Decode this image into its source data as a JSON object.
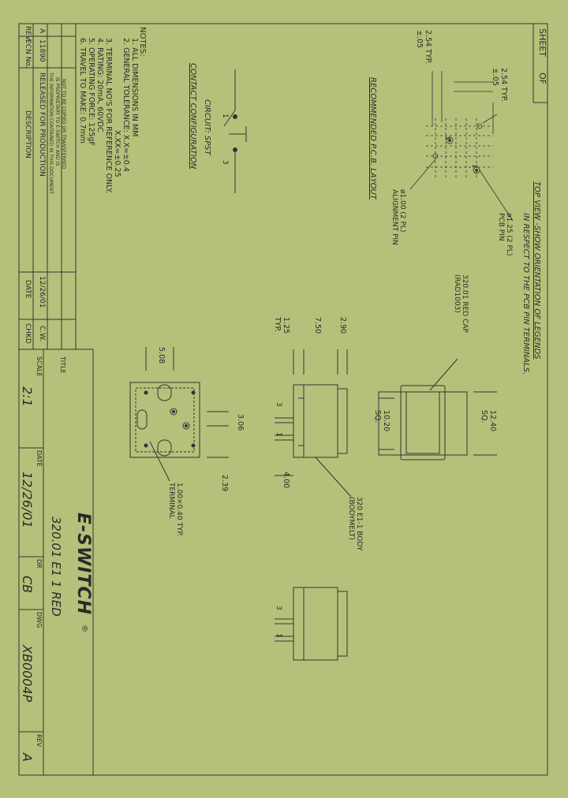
{
  "sheet_label": "SHEET",
  "sheet_of": "OF",
  "notes": {
    "heading": "NOTES:",
    "lines": [
      "1. ALL DIMENSIONS IN MM",
      "2. GENERAL TOLERANCE: X.X=±0.4",
      "X.XX=±0.25",
      "3. TERMINAL NO'S FOR REFERENCE ONLY.",
      "4. RATING: 20mA, 60VDC",
      "5. OPERATING FORCE: 125gF",
      "6. TRAVEL TO MAKE: 0.7mm"
    ]
  },
  "circuit": {
    "title": "CONTACT CONFIGURATION",
    "subtitle": "CIRCUIT: SPST",
    "pin1": "1",
    "pin3": "3"
  },
  "revision_table": {
    "headers": [
      "REV.",
      "ECN No.",
      "DESCRIPTION",
      "DATE",
      "CHKD"
    ],
    "row": [
      "A",
      "11890",
      "RELEASED FOR PRODUCTION",
      "12/26/01",
      "C.W."
    ]
  },
  "disclaimer": [
    "THE INFORMATION CONTAINED IN THIS DOCUMENT",
    "IS PROPRIETARY TO E-SWITCH AND IS",
    "NOT TO BE COPIED OR TRANSFERRED"
  ],
  "pcb_layout": {
    "title": "RECOMMENDED P.C.B. LAYOUT",
    "dim_vertical": "2.54 TYP.\n±.05",
    "dim_horizontal": "2.54 TYP.\n±.05",
    "pcb_pin": "ø1.25 (2 PL)\nPCB PIN",
    "alignment_pin": "ø1.00 (2 PL)\nALIGNMENT PIN",
    "pin3": "3",
    "pin1": "1"
  },
  "top_view_note": [
    "TOP VIEW -SHOW ORIENTATION OF LEGENDS",
    "IN RESPECT TO THE PCB PIN TERMINALS."
  ],
  "red_cap": {
    "label": "320.01 RED CAP\n(RAD1003)",
    "dim_outer": "12.40\nSQ.",
    "dim_inner": "10.20\nSQ."
  },
  "side_view": {
    "dim_a": "2.90",
    "dim_b": "7.50",
    "dim_c": "1.25\nTYP.",
    "dim_d": "4.00",
    "body_label": "320 E1-1 BODY\n(BODYMELT)",
    "pin3": "3",
    "pin1": "1"
  },
  "bottom_view": {
    "dim_508": "5.08",
    "dim_306": "3.06",
    "dim_239": "2.39",
    "terminal_label": "1.00×0.40 TYP.\nTERMINAL"
  },
  "title_block": {
    "title_label": "TITLE",
    "title": "320.01 E1 1 RED",
    "logo": "E-SWITCH",
    "logo_mark": "®",
    "scale_label": "SCALE",
    "scale": "2:1",
    "date_label": "DATE",
    "date": "12/26/01",
    "dr_label": "DR",
    "dr": "CB",
    "dwg_label": "DWG",
    "dwg": "XB0004P",
    "rev_label": "REV",
    "rev": "A"
  }
}
